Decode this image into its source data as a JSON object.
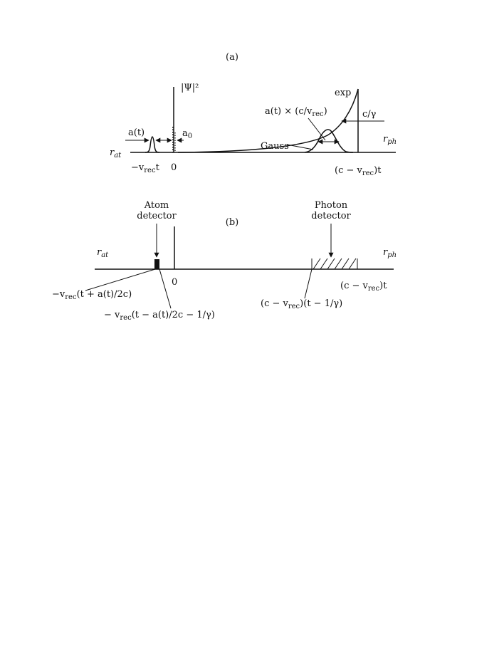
{
  "panel_a": {
    "label": "(a)",
    "psi_label": "|Ψ|²",
    "a_t": "a(t)",
    "a0": "a",
    "a0_sub": "0",
    "r_at": "r",
    "r_at_sub": "at",
    "r_ph": "r",
    "r_ph_sub": "ph",
    "minus_vrec_t": {
      "pre": "−v",
      "sub": "rec",
      "post": "t"
    },
    "zero": "0",
    "c_minus_vrec_t": {
      "pre": "(c − v",
      "sub": "rec",
      "post": ")t"
    },
    "exp": "exp",
    "gauss": "Gauss",
    "width_label": {
      "pre": "a(t) × (c/v",
      "sub": "rec",
      "post": ")"
    },
    "c_over_gamma": "c/γ"
  },
  "panel_b": {
    "label": "(b)",
    "atom_detector": [
      "Atom",
      "detector"
    ],
    "photon_detector": [
      "Photon",
      "detector"
    ],
    "r_at": "r",
    "r_at_sub": "at",
    "r_ph": "r",
    "r_ph_sub": "ph",
    "zero": "0",
    "atom_left_edge": {
      "pre": "−v",
      "sub": "rec",
      "post": "(t + a(t)/2c)"
    },
    "atom_right_edge": {
      "pre": "− v",
      "sub": "rec",
      "post": "(t − a(t)/2c − 1/γ)"
    },
    "photon_left_edge": {
      "pre": "(c − v",
      "sub": "rec",
      "post": ")(t − 1/γ)"
    },
    "photon_right_edge": {
      "pre": "(c − v",
      "sub": "rec",
      "post": ")t"
    }
  }
}
